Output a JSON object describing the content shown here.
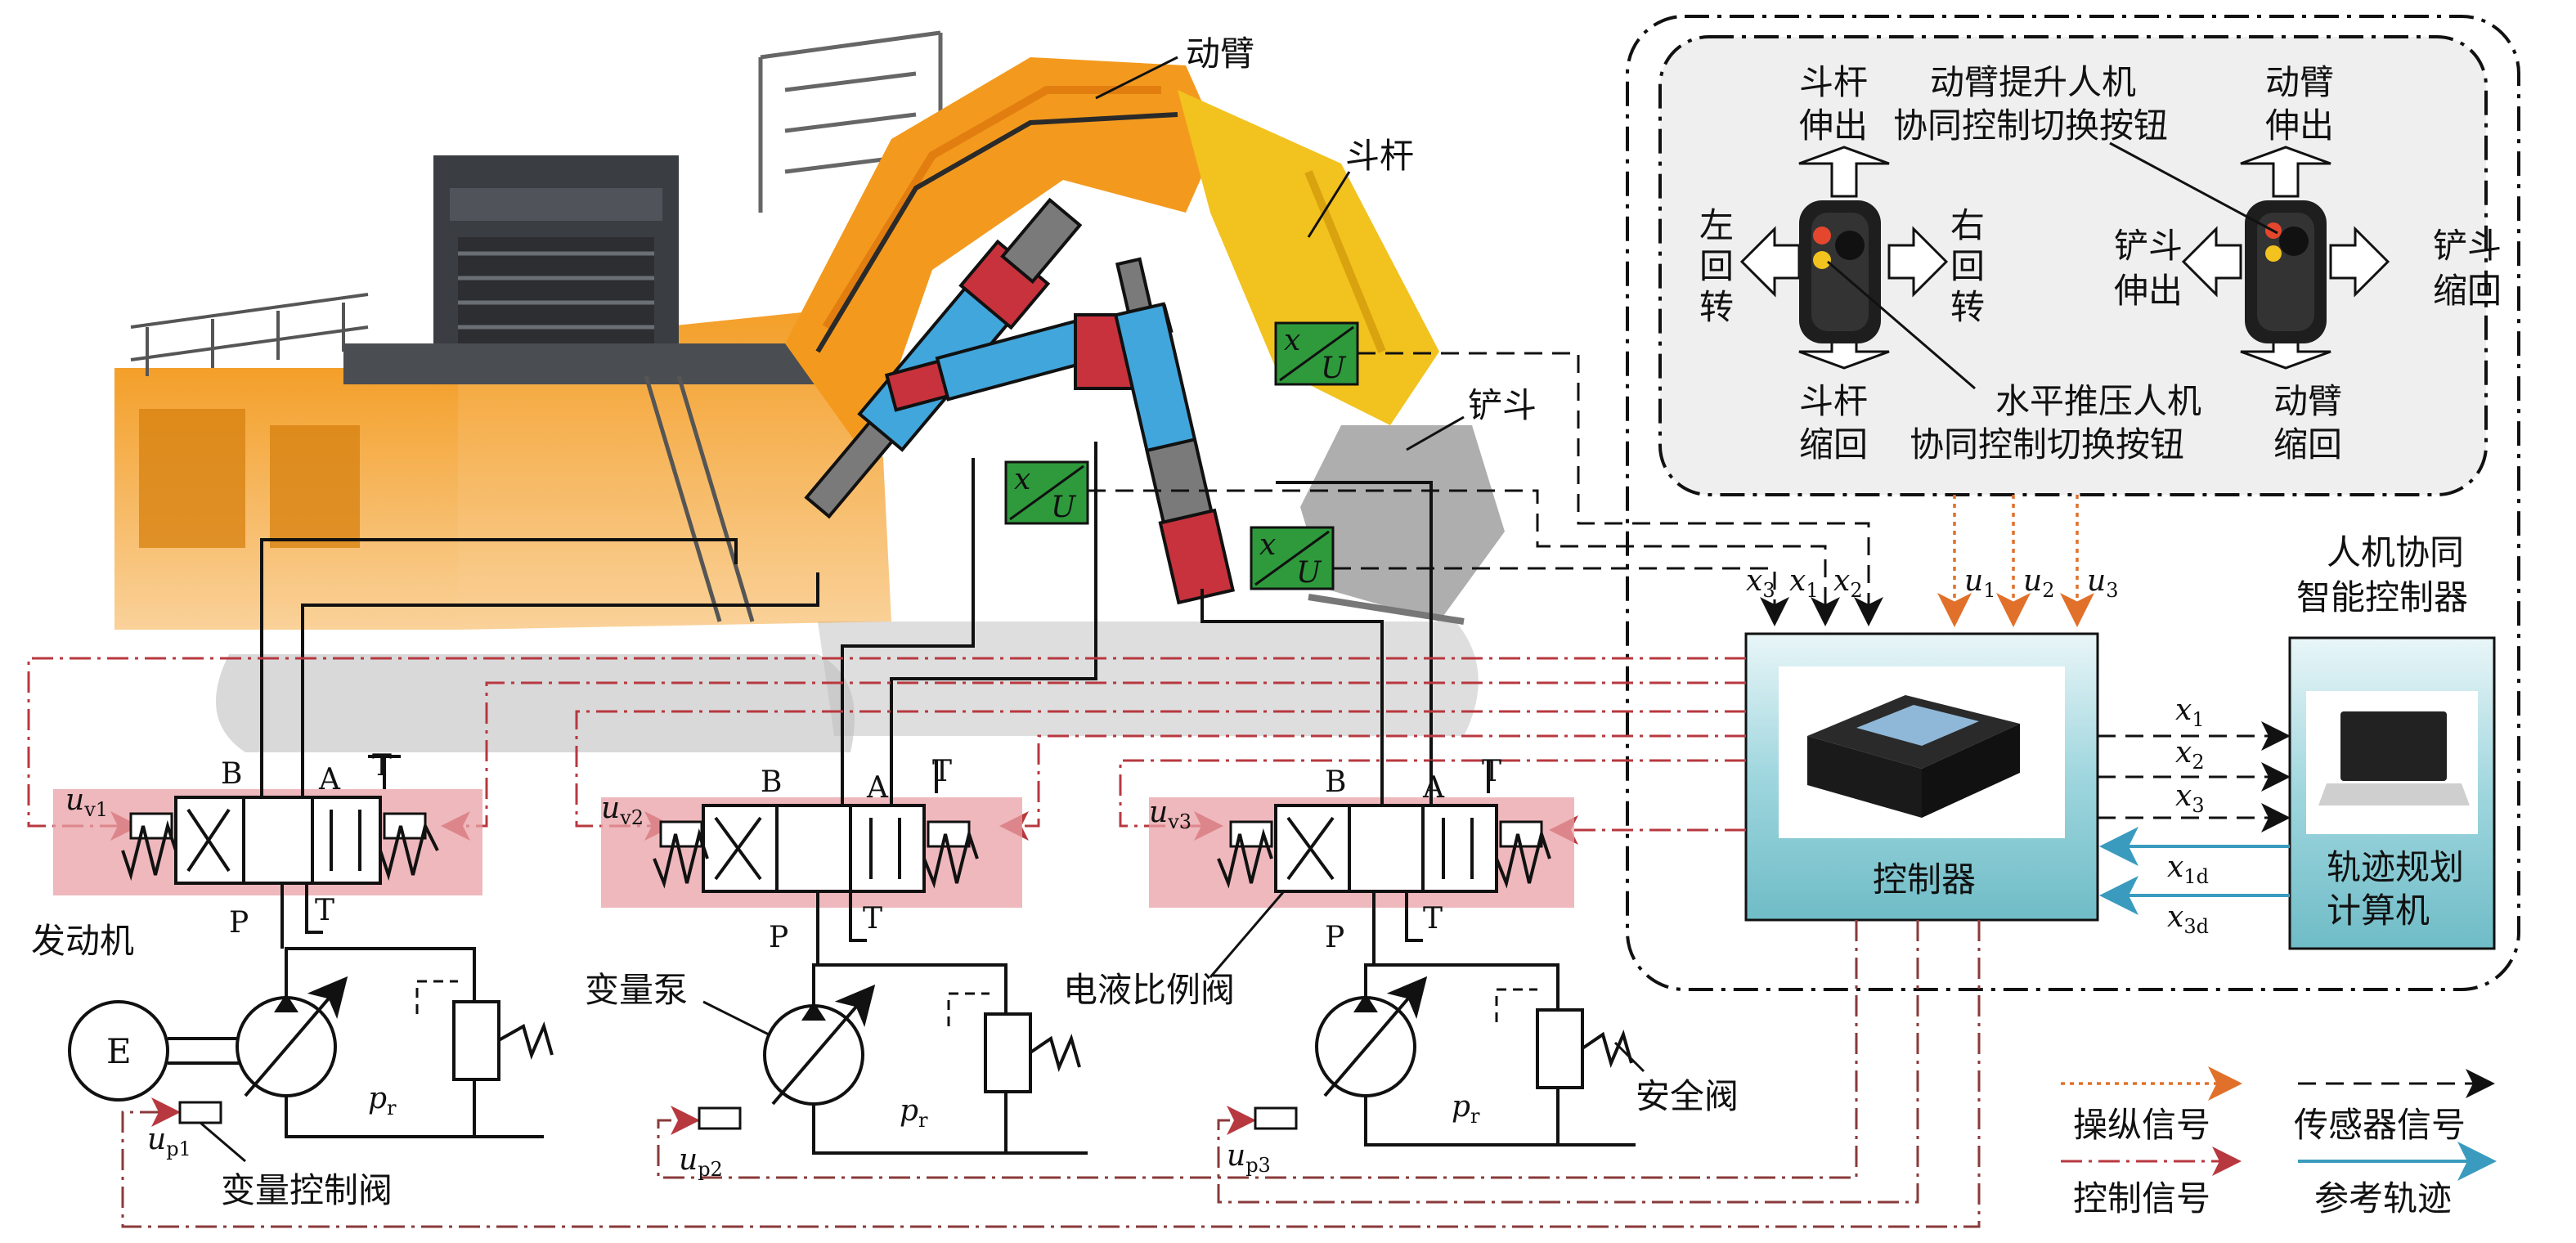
{
  "excavator_labels": {
    "boom": "动臂",
    "stick": "斗杆",
    "bucket": "铲斗"
  },
  "operator_panel": {
    "stick_extend": [
      "斗杆",
      "伸出"
    ],
    "stick_retract": [
      "斗杆",
      "缩回"
    ],
    "left_swing": [
      "左",
      "回",
      "转"
    ],
    "right_swing": [
      "右",
      "回",
      "转"
    ],
    "boom_button": [
      "动臂提升人机",
      "协同控制切换按钮"
    ],
    "push_button": [
      "水平推压人机",
      "协同控制切换按钮"
    ],
    "boom_extend": [
      "动臂",
      "伸出"
    ],
    "boom_retract": [
      "动臂",
      "缩回"
    ],
    "bucket_extend": [
      "铲斗",
      "伸出"
    ],
    "bucket_retract": [
      "铲斗",
      "缩回"
    ]
  },
  "sensor_box_label": "x/U",
  "valve_ports": {
    "B": "B",
    "A": "A",
    "T": "T",
    "P": "P"
  },
  "hydraulic_labels": {
    "engine": "发动机",
    "engine_symbol": "E",
    "pump": "变量泵",
    "proportional_valve": "电液比例阀",
    "pump_control_valve": "变量控制阀",
    "safety_valve": "安全阀",
    "pressure_p": "p",
    "pressure_sub": "r"
  },
  "signals": {
    "x1": {
      "base": "x",
      "sub": "1"
    },
    "x2": {
      "base": "x",
      "sub": "2"
    },
    "x3": {
      "base": "x",
      "sub": "3"
    },
    "u1": {
      "base": "u",
      "sub": "1"
    },
    "u2": {
      "base": "u",
      "sub": "2"
    },
    "u3": {
      "base": "u",
      "sub": "3"
    },
    "x1d": {
      "base": "x",
      "sub": "1d"
    },
    "x3d": {
      "base": "x",
      "sub": "3d"
    },
    "uv1": {
      "base": "u",
      "sub": "v1"
    },
    "uv2": {
      "base": "u",
      "sub": "v2"
    },
    "uv3": {
      "base": "u",
      "sub": "v3"
    },
    "up1": {
      "base": "u",
      "sub": "p1"
    },
    "up2": {
      "base": "u",
      "sub": "p2"
    },
    "up3": {
      "base": "u",
      "sub": "p3"
    }
  },
  "controller": {
    "title": "控制器",
    "hmi_title": [
      "人机协同",
      "智能控制器"
    ],
    "planner": [
      "轨迹规划",
      "计算机"
    ]
  },
  "legend": {
    "operate": "操纵信号",
    "sensor": "传感器信号",
    "control": "控制信号",
    "reference": "参考轨迹"
  },
  "colors": {
    "excavator_orange": "#f39a1e",
    "cylinder_blue": "#41a6db",
    "cylinder_red": "#c8323c",
    "sensor_green": "#2e9a3c",
    "valve_pink": "#e8a0a6",
    "controller_teal": "#7cc5cf",
    "control_signal": "#b8383f",
    "operate_signal": "#e0702a",
    "reference_signal": "#3a9bbf"
  }
}
